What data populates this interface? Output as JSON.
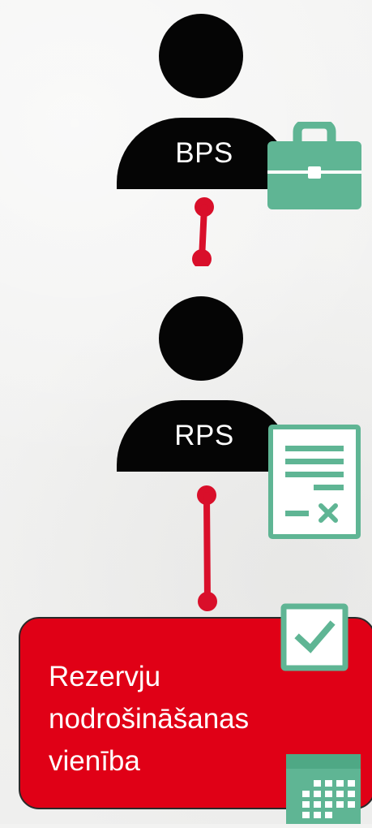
{
  "persons": [
    {
      "label": "BPS"
    },
    {
      "label": "RPS"
    }
  ],
  "unit": {
    "lines": [
      "Rezervju",
      "nodrošināšanas",
      "vienība"
    ]
  },
  "icons": {
    "briefcase": "briefcase-icon",
    "document": "document-icon",
    "checkbox": "checkbox-icon",
    "calendar": "calendar-icon"
  },
  "colors": {
    "person": "#050505",
    "connector": "#d90f2a",
    "accent": "#5fb594",
    "unit": "#e00016",
    "text_on_dark": "#ffffff"
  }
}
